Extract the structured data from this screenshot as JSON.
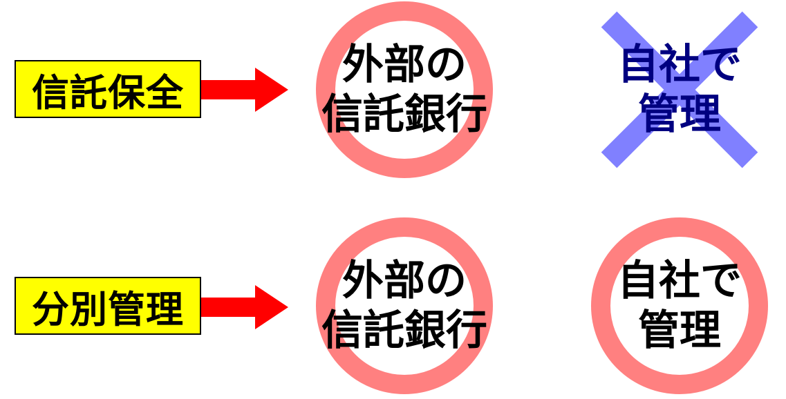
{
  "rows": [
    {
      "label": "信託保全",
      "left_text": [
        "外部の",
        "信託銀行"
      ],
      "left_mark": "circle",
      "right_text": [
        "自社で",
        "管理"
      ],
      "right_mark": "cross"
    },
    {
      "label": "分別管理",
      "left_text": [
        "外部の",
        "信託銀行"
      ],
      "left_mark": "circle",
      "right_text": [
        "自社で",
        "管理"
      ],
      "right_mark": "circle"
    }
  ],
  "colors": {
    "label_bg": "#ffff00",
    "arrow": "#ff0000",
    "circle": "#ff8080",
    "cross": "#8080ff",
    "cross_text": "#000080"
  },
  "icons": {
    "arrow": "right-arrow-icon",
    "circle": "maru-circle-icon",
    "cross": "batsu-cross-icon"
  }
}
